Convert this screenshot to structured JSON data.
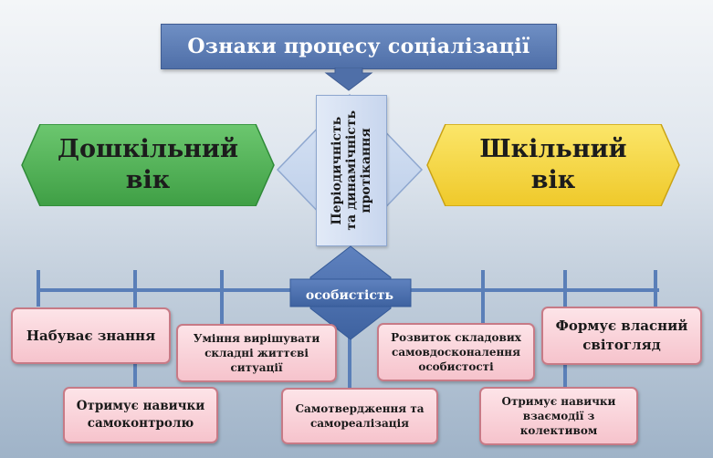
{
  "title": "Ознаки процесу соціалізації",
  "left_stage": {
    "line1": "Дошкільний",
    "line2": "вік",
    "color": "#4caf50"
  },
  "right_stage": {
    "line1": "Шкільний",
    "line2": "вік",
    "color": "#f5d33f"
  },
  "center_vertical": {
    "line1": "Періодичність",
    "line2": "та динамічність",
    "line3": "протікання"
  },
  "hub_label": "особистість",
  "boxes": {
    "b1": "Набуває знання",
    "b2_l1": "Отримує навички",
    "b2_l2": "самоконтролю",
    "b3_l1": "Уміння вирішувати",
    "b3_l2": "складні життєві",
    "b3_l3": "ситуації",
    "b4_l1": "Самотвердження та",
    "b4_l2": "самореалізація",
    "b5_l1": "Розвиток складових",
    "b5_l2": "самовдосконалення",
    "b5_l3": "особистості",
    "b6_l1": "Отримує навички",
    "b6_l2": "взаємодії з",
    "b6_l3": "колективом",
    "b7_l1": "Формує власний",
    "b7_l2": "світогляд"
  },
  "colors": {
    "blue": "#4f6fa8",
    "pink": "#f6c3cc",
    "line": "#5a7fb8"
  }
}
